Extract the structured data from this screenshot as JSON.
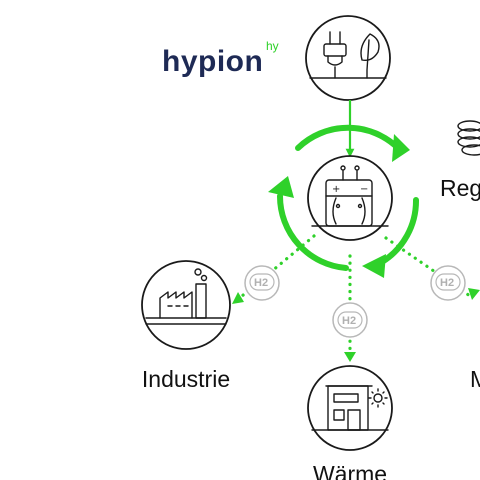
{
  "brand": {
    "logo_text": "hypion",
    "logo_mark": "hy",
    "accent_color": "#2fd12a",
    "text_color": "#1e2a55"
  },
  "nodes": {
    "power": {
      "icon": "plug-and-leaf-icon"
    },
    "electrolyzer": {
      "icon": "electrolyzer-icon"
    },
    "industry": {
      "label": "Industrie",
      "icon": "factory-icon"
    },
    "heat": {
      "label": "Wärme",
      "icon": "house-sun-icon"
    },
    "region": {
      "label": "Reg",
      "icon": "coins-icon"
    },
    "mobility": {
      "label": "M"
    }
  },
  "badges": [
    {
      "text": "H2",
      "icon": "h2-tank-icon"
    },
    {
      "text": "H2",
      "icon": "h2-tank-icon"
    },
    {
      "text": "H2",
      "icon": "h2-tank-icon"
    }
  ]
}
